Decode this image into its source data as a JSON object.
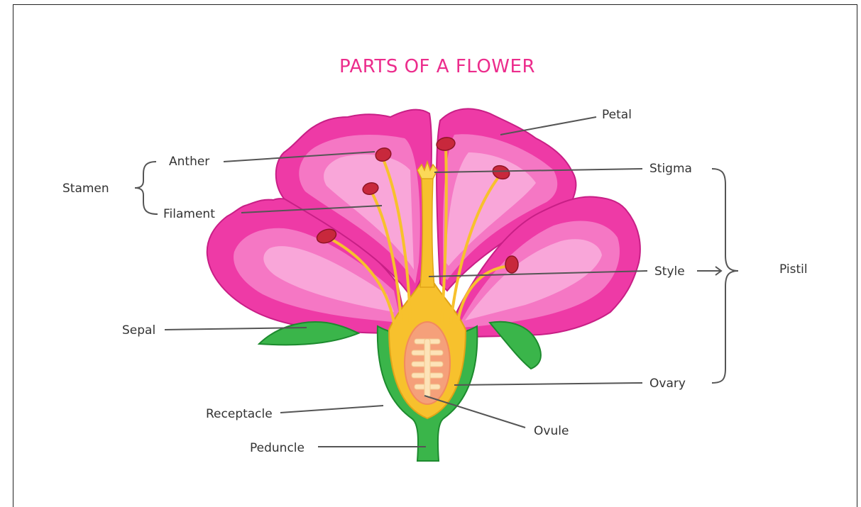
{
  "title": "PARTS OF A FLOWER",
  "labels": {
    "petal": "Petal",
    "anther": "Anther",
    "stigma": "Stigma",
    "stamen": "Stamen",
    "filament": "Filament",
    "style": "Style",
    "pistil": "Pistil",
    "sepal": "Sepal",
    "ovary": "Ovary",
    "receptacle": "Receptacle",
    "ovule": "Ovule",
    "peduncle": "Peduncle"
  },
  "colors": {
    "title": "#ec2c8c",
    "petal_outer": "#ee3aa6",
    "petal_mid": "#f577c4",
    "petal_inner": "#f9a6d9",
    "sepal": "#3ab54a",
    "sepal_dark": "#1d8a2e",
    "filament": "#f7c12d",
    "anther": "#c8283c",
    "ovary": "#f5a07a",
    "ovule": "#fde3b8"
  }
}
